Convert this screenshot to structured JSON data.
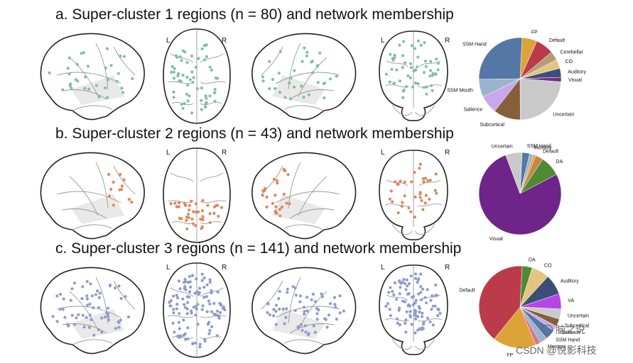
{
  "panels": [
    {
      "title": "a. Super-cluster 1 regions (n = 80) and network membership",
      "dot_color": "#7ec0a2",
      "lr": {
        "left": "L",
        "right": "R"
      }
    },
    {
      "title": "b. Super-cluster 2 regions (n = 43) and network membership",
      "dot_color": "#e0855e",
      "lr": {
        "left": "L",
        "right": "R"
      }
    },
    {
      "title": "c. Super-cluster 3 regions (n = 141) and network membership",
      "dot_color": "#8f9bcc",
      "lr": {
        "left": "L",
        "right": "R"
      }
    }
  ],
  "chart_data": [
    {
      "type": "pie",
      "slices": [
        {
          "label": "FP",
          "value": 5,
          "color": "#dca33b"
        },
        {
          "label": "Default",
          "value": 6,
          "color": "#bb3b4b"
        },
        {
          "label": "Cerebellar",
          "value": 3,
          "color": "#b79b78"
        },
        {
          "label": "CO",
          "value": 3,
          "color": "#e2c680"
        },
        {
          "label": "Auditory",
          "value": 3,
          "color": "#3c4e78"
        },
        {
          "label": "Visual",
          "value": 1.5,
          "color": "#7b2b8b"
        },
        {
          "label": "Uncertain",
          "value": 20,
          "color": "#c9c9c9"
        },
        {
          "label": "Subcortical",
          "value": 9,
          "color": "#86603b"
        },
        {
          "label": "Salience",
          "value": 6,
          "color": "#c8a7ee"
        },
        {
          "label": "SSM Mouth",
          "value": 6,
          "color": "#9ab4cc"
        },
        {
          "label": "SSM Hand",
          "value": 22,
          "color": "#5577a6"
        }
      ]
    },
    {
      "type": "pie",
      "slices": [
        {
          "label": "SSM Hand",
          "value": 3,
          "color": "#5577a6"
        },
        {
          "label": "Memory",
          "value": 1.5,
          "color": "#9ab4cc"
        },
        {
          "label": "",
          "value": 1,
          "color": "#dca33b"
        },
        {
          "label": "Default",
          "value": 3,
          "color": "#c7854b"
        },
        {
          "label": "DA",
          "value": 8,
          "color": "#4f8a33"
        },
        {
          "label": "Visual",
          "value": 77,
          "color": "#6e2489"
        },
        {
          "label": "Uncertain",
          "value": 6.5,
          "color": "#c9c9c9"
        }
      ]
    },
    {
      "type": "pie",
      "slices": [
        {
          "label": "DA",
          "value": 4,
          "color": "#4f8a33"
        },
        {
          "label": "CO",
          "value": 7,
          "color": "#e2c680"
        },
        {
          "label": "Auditory",
          "value": 8,
          "color": "#3c4e78"
        },
        {
          "label": "VA",
          "value": 6,
          "color": "#b745e6"
        },
        {
          "label": "Uncertain",
          "value": 4,
          "color": "#c9c9c9"
        },
        {
          "label": "Subcortical",
          "value": 3,
          "color": "#86603b"
        },
        {
          "label": "Salience",
          "value": 2,
          "color": "#c8a7ee"
        },
        {
          "label": "SSM Hand",
          "value": 4,
          "color": "#5577a6"
        },
        {
          "label": "Memory",
          "value": 3,
          "color": "#9ab4cc"
        },
        {
          "label": "",
          "value": 2,
          "color": "#d8768e"
        },
        {
          "label": "FP",
          "value": 17,
          "color": "#dca33b"
        },
        {
          "label": "Default",
          "value": 40,
          "color": "#bb3b4b"
        }
      ]
    }
  ],
  "watermark": {
    "line1": "脑之说",
    "line2": "CSDN @悦影科技"
  }
}
